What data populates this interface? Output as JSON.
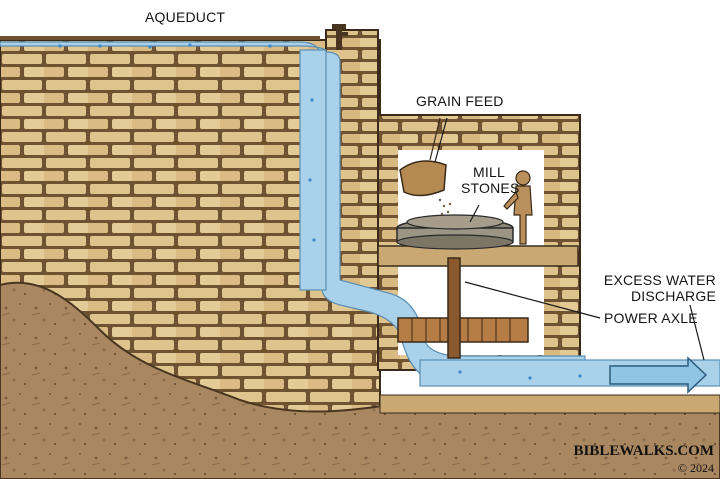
{
  "labels": {
    "aqueduct": "AQUEDUCT",
    "grain_feed": "GRAIN FEED",
    "mill_stones_line1": "MILL",
    "mill_stones_line2": "STONES",
    "excess_line1": "EXCESS WATER",
    "excess_line2": "DISCHARGE",
    "power_axle": "POWER AXLE"
  },
  "credit": {
    "site": "BIBLEWALKS.COM",
    "copyright": "© 2024"
  },
  "colors": {
    "stone": "#e0c48e",
    "mortar": "#6e5232",
    "water": "#a9d2ea",
    "water_dot": "#3a8ad0",
    "earth": "#a88761",
    "wood": "#8a5a2e",
    "arrow": "#8ec6e4"
  }
}
